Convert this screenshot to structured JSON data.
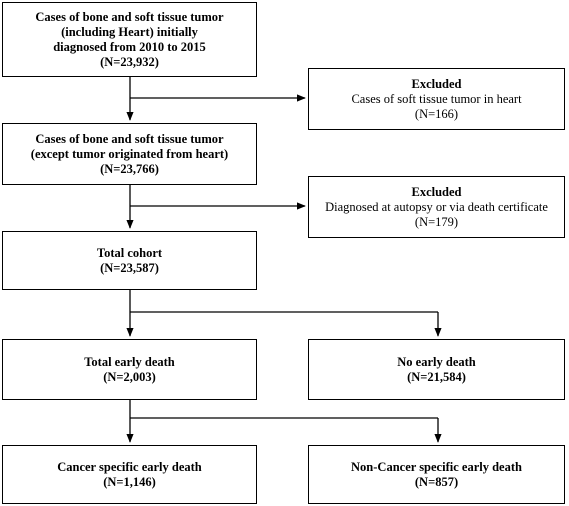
{
  "boxes": {
    "initial": {
      "lines": [
        "Cases of bone and soft tissue tumor",
        "(including Heart) initially",
        "diagnosed from 2010 to 2015",
        "(N=23,932)"
      ]
    },
    "excluded1": {
      "title": "Excluded",
      "lines": [
        "Cases of soft tissue tumor in heart",
        "(N=166)"
      ]
    },
    "except_heart": {
      "lines": [
        "Cases of bone and soft tissue tumor",
        "(except tumor originated from heart)",
        "(N=23,766)"
      ]
    },
    "excluded2": {
      "title": "Excluded",
      "lines": [
        "Diagnosed at autopsy or via death certificate",
        "(N=179)"
      ]
    },
    "total_cohort": {
      "lines": [
        "Total cohort",
        "(N=23,587)"
      ]
    },
    "total_early_death": {
      "lines": [
        "Total early death",
        "(N=2,003)"
      ]
    },
    "no_early_death": {
      "lines": [
        "No early death",
        "(N=21,584)"
      ]
    },
    "cancer_specific": {
      "lines": [
        "Cancer specific early death",
        "(N=1,146)"
      ]
    },
    "non_cancer_specific": {
      "lines": [
        "Non-Cancer specific early death",
        "(N=857)"
      ]
    }
  }
}
